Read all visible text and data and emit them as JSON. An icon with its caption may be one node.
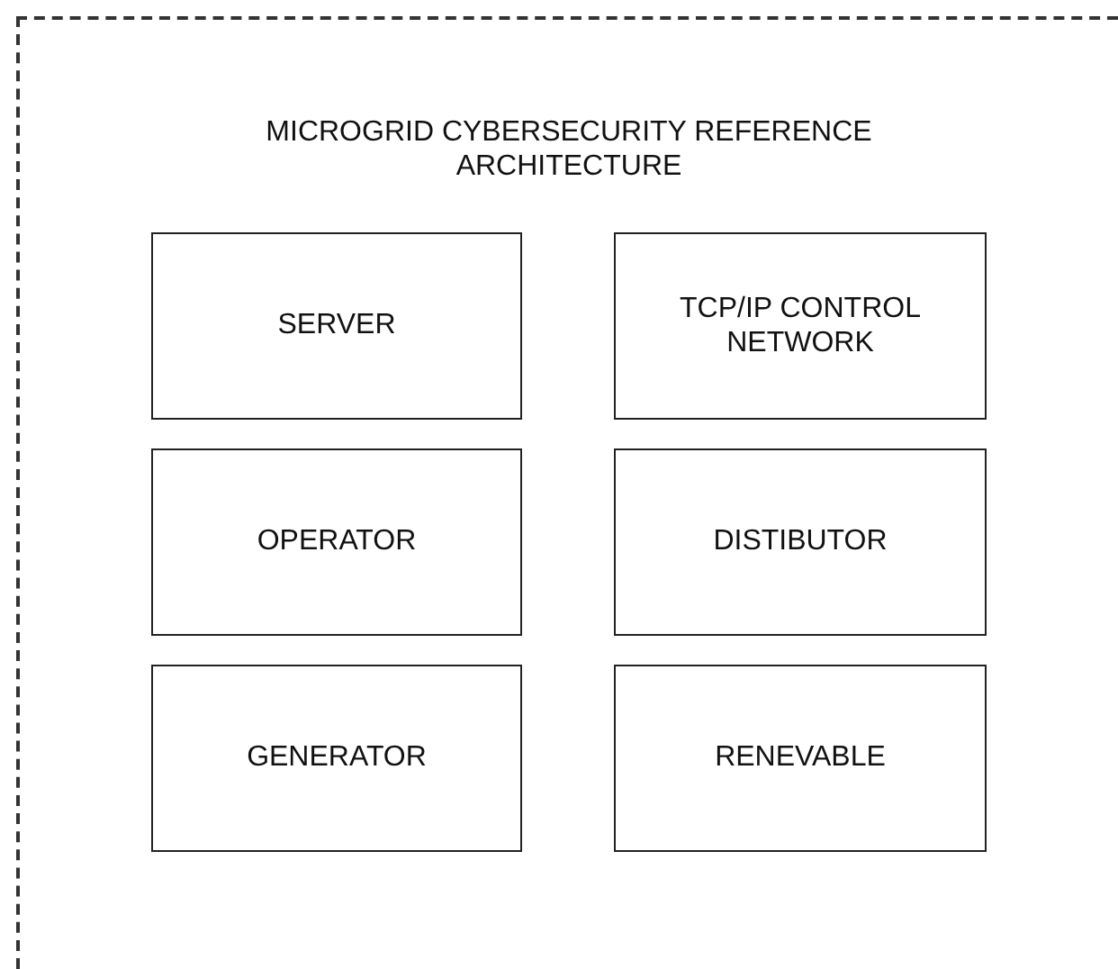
{
  "diagram": {
    "nodes": [
      {
        "text": [
          "MICROGRID CYBERSECURITY REFERENCE ARCHITECTURE"
        ]
      },
      {
        "text": [
          "SERVER"
        ],
        "in": 0
      },
      {
        "text": [
          "TCP/IP CONTROL NETWORK"
        ],
        "in": 0
      },
      {
        "text": [
          "OPERATOR"
        ],
        "in": 0
      },
      {
        "text": [
          "DISTIBUTOR"
        ],
        "in": 0
      },
      {
        "text": [
          "GENERATOR"
        ],
        "in": 0
      },
      {
        "text": [
          "RENEVABLE"
        ],
        "in": 0
      }
    ]
  }
}
